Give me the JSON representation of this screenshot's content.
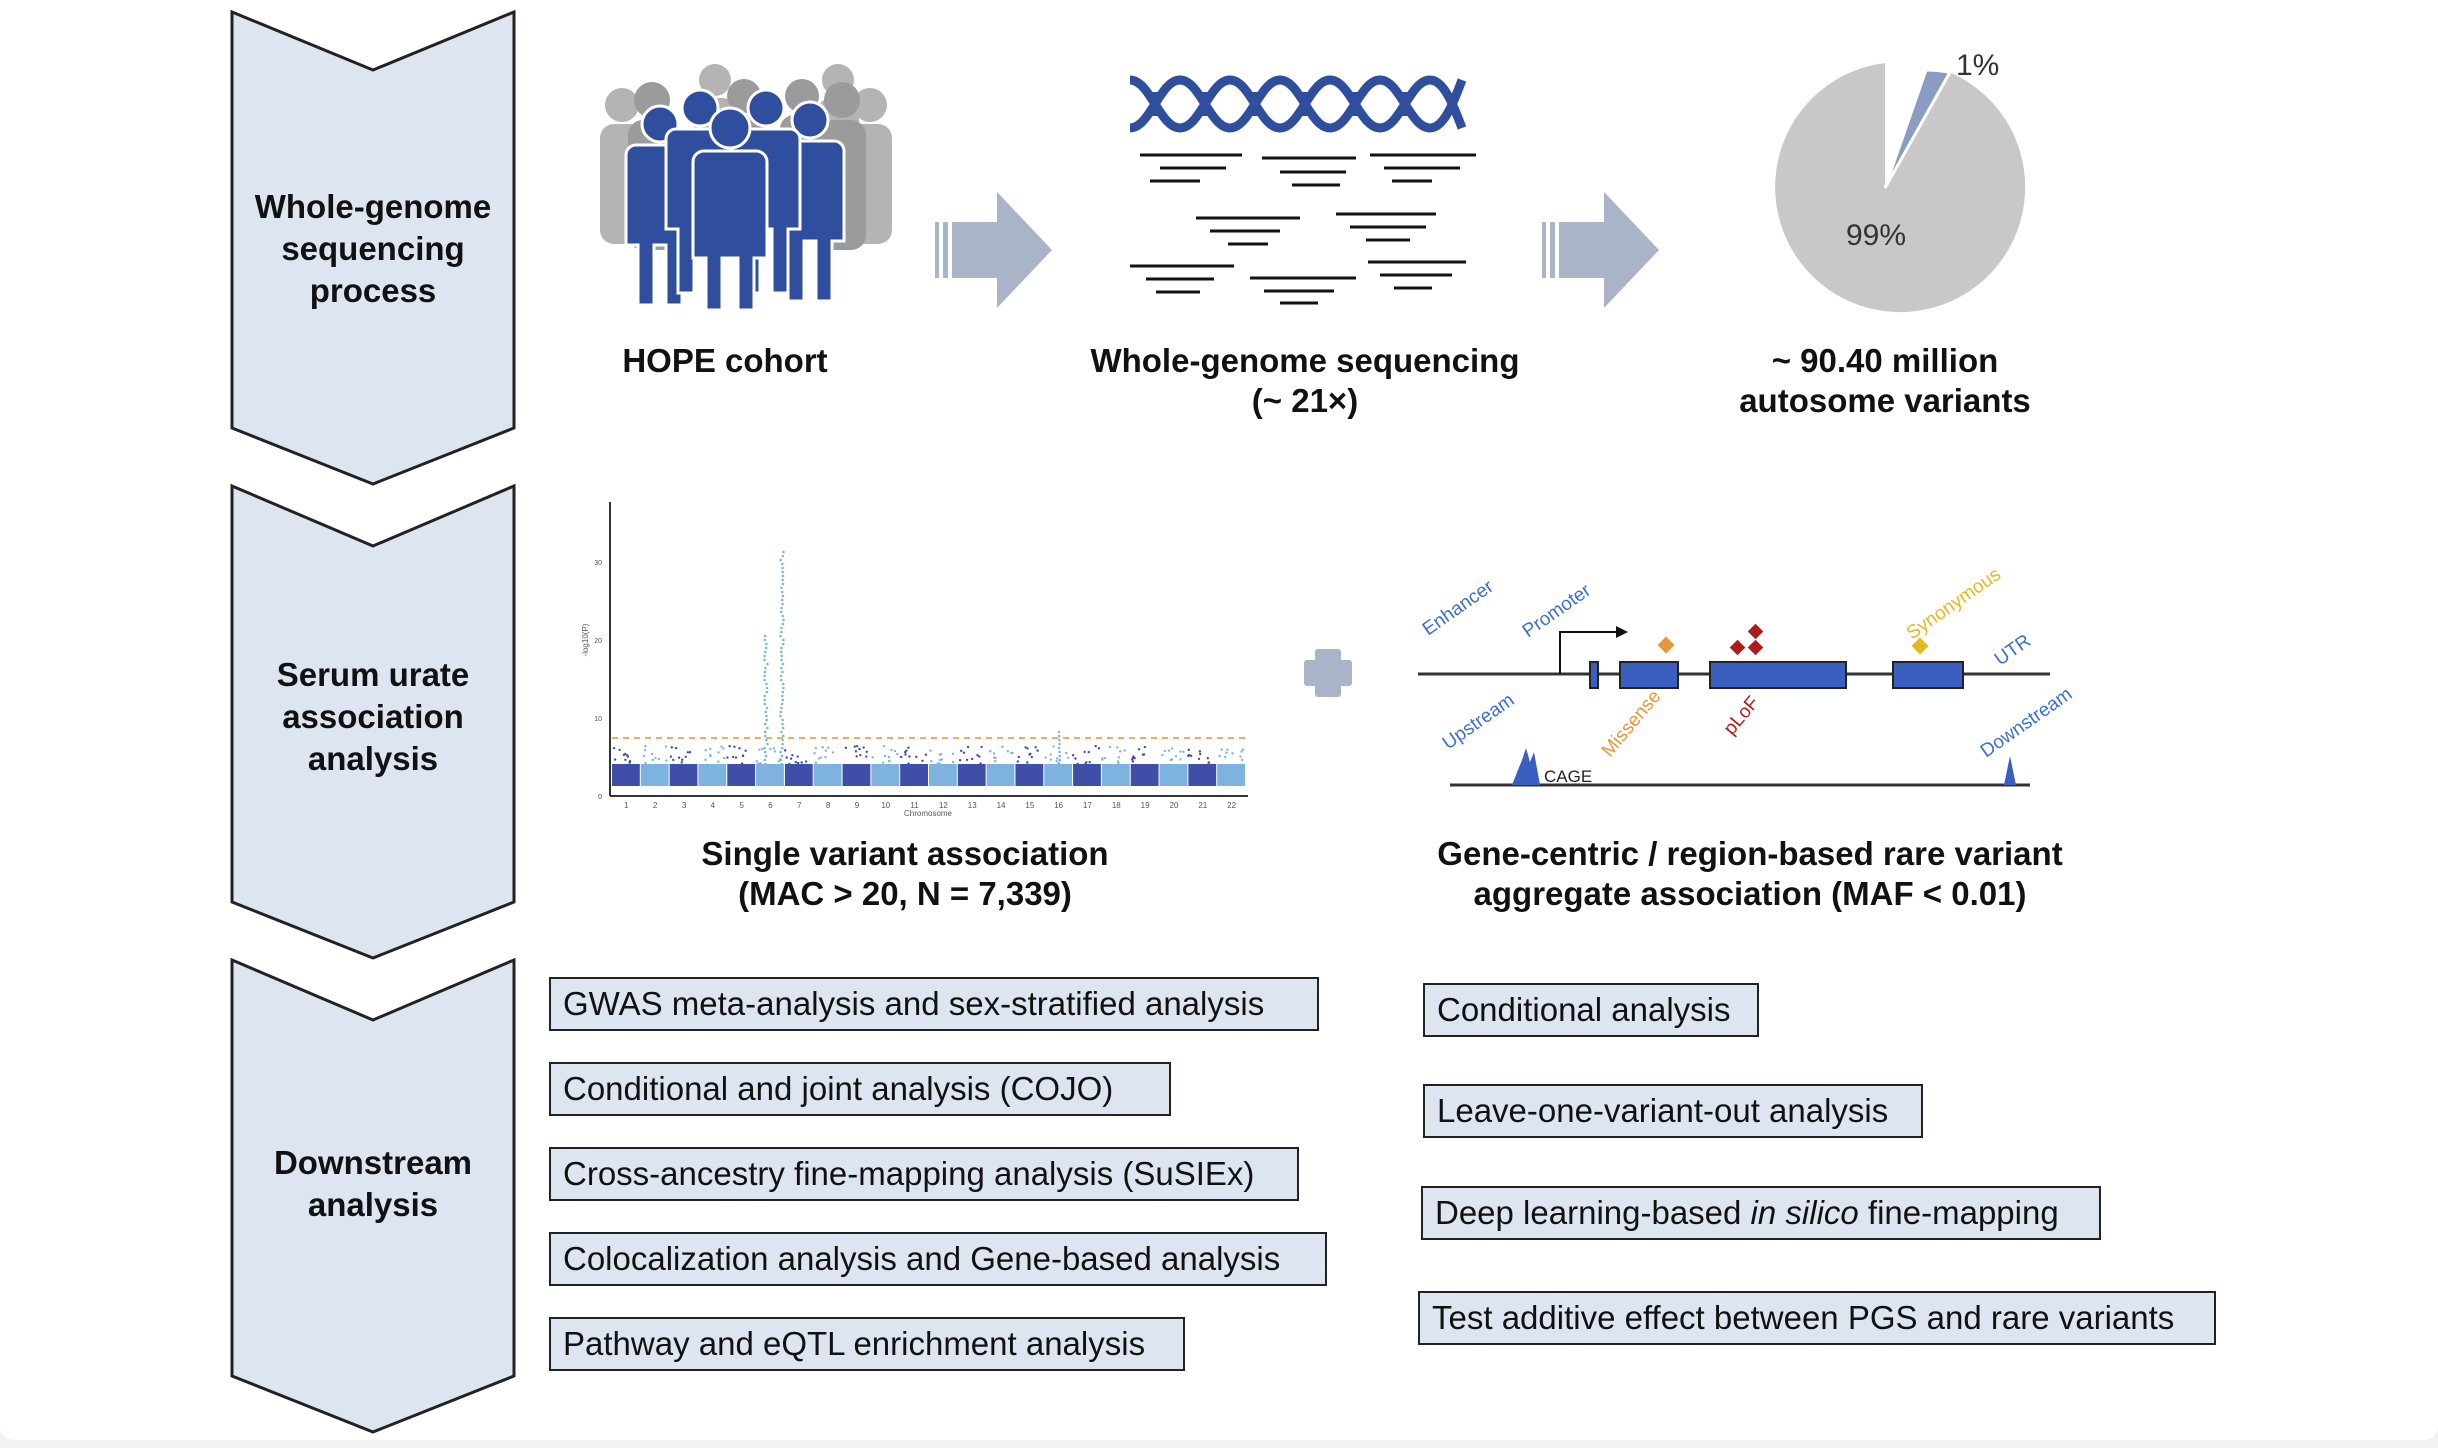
{
  "stages": [
    {
      "label": "Whole-genome sequencing process"
    },
    {
      "label": "Serum urate association analysis"
    },
    {
      "label": "Downstream analysis"
    }
  ],
  "row1": {
    "cohort_caption": "HOPE cohort",
    "wgs_caption_line1": "Whole-genome sequencing",
    "wgs_caption_line2": "(~ 21×)",
    "variants_caption_line1": "~ 90.40 million",
    "variants_caption_line2": "autosome variants",
    "pie": {
      "values": [
        99,
        1
      ],
      "labels": [
        "99%",
        "1%"
      ],
      "colors": [
        "#c8c8c8",
        "#8a9cc4"
      ]
    }
  },
  "row2": {
    "single_caption_line1": "Single variant association",
    "single_caption_line2": "(MAC > 20, N = 7,339)",
    "manhattan_xlabel": "Chromosome",
    "manhattan_ylabel": "-log10(P)",
    "manhattan_yticks": [
      "0",
      "10",
      "20",
      "30"
    ],
    "manhattan_xticks": [
      "1",
      "2",
      "3",
      "4",
      "5",
      "6",
      "7",
      "8",
      "9",
      "10",
      "11",
      "12",
      "13",
      "14",
      "15",
      "16",
      "17",
      "18",
      "19",
      "20",
      "21",
      "22"
    ],
    "rare_caption_line1": "Gene-centric / region-based rare variant",
    "rare_caption_line2": "aggregate association (MAF < 0.01)",
    "gene_labels": {
      "enhancer": "Enhancer",
      "promoter": "Promoter",
      "synonymous": "Synonymous",
      "utr": "UTR",
      "upstream": "Upstream",
      "missense": "Missense",
      "plof": "pLoF",
      "downstream": "Downstream",
      "cage": "CAGE"
    }
  },
  "downstream_left": [
    {
      "label": "GWAS meta-analysis and sex-stratified analysis"
    },
    {
      "label": "Conditional and joint analysis (COJO)"
    },
    {
      "label": "Cross-ancestry fine-mapping analysis (SuSIEx)"
    },
    {
      "label": "Colocalization analysis and Gene-based analysis"
    },
    {
      "label": "Pathway and eQTL enrichment analysis"
    }
  ],
  "downstream_right": [
    {
      "label": "Conditional analysis"
    },
    {
      "label": "Leave-one-variant-out analysis"
    },
    {
      "label_pre": "Deep learning-based ",
      "label_em": "in silico",
      "label_post": " fine-mapping"
    },
    {
      "label": "Test additive effect between PGS and rare variants"
    }
  ],
  "colors": {
    "chevron_fill": "#dde5f1",
    "accent_blue": "#2f4f9e",
    "person_gray": "#a8a8a8",
    "arrow_fill": "#aab4c8",
    "orange": "#e8963a",
    "dark_red": "#b01a1a",
    "gold": "#e6b820"
  }
}
